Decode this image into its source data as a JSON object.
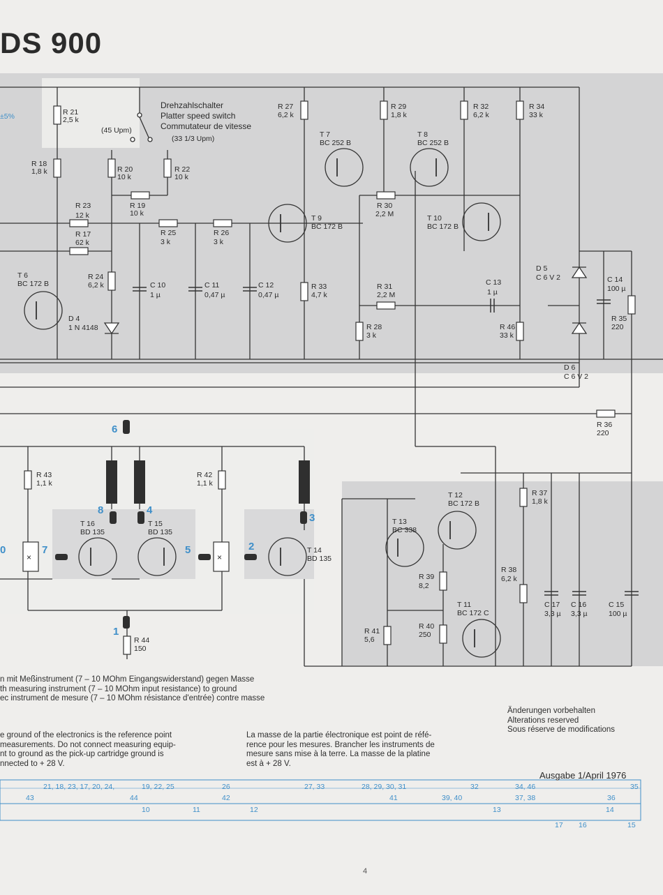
{
  "header": {
    "title": "DS 900"
  },
  "schematic": {
    "tolerance": "±5%",
    "switch": {
      "lines": [
        "Drehzahlschalter",
        "Platter speed switch",
        "Commutateur de vitesse"
      ],
      "pos45": "(45 Upm)",
      "pos33": "(33 1/3 Upm)"
    },
    "resistors": [
      {
        "name": "R 21",
        "value": "2,5 k"
      },
      {
        "name": "R 18",
        "value": "1,8 k"
      },
      {
        "name": "R 20",
        "value": "10 k"
      },
      {
        "name": "R 22",
        "value": "10 k"
      },
      {
        "name": "R 19",
        "value": "10 k"
      },
      {
        "name": "R 23",
        "value": "12 k"
      },
      {
        "name": "R 17",
        "value": "62 k"
      },
      {
        "name": "R 25",
        "value": "3 k"
      },
      {
        "name": "R 26",
        "value": "3 k"
      },
      {
        "name": "R 24",
        "value": "6,2 k"
      },
      {
        "name": "R 27",
        "value": "6,2 k"
      },
      {
        "name": "R 29",
        "value": "1,8 k"
      },
      {
        "name": "R 32",
        "value": "6,2 k"
      },
      {
        "name": "R 34",
        "value": "33 k"
      },
      {
        "name": "R 30",
        "value": "2,2 M"
      },
      {
        "name": "R 33",
        "value": "4,7 k"
      },
      {
        "name": "R 31",
        "value": "2,2 M"
      },
      {
        "name": "R 28",
        "value": "3 k"
      },
      {
        "name": "R 46",
        "value": "33 k"
      },
      {
        "name": "R 35",
        "value": "220"
      },
      {
        "name": "R 36",
        "value": "220"
      },
      {
        "name": "R 43",
        "value": "1,1 k"
      },
      {
        "name": "R 42",
        "value": "1,1 k"
      },
      {
        "name": "R 44",
        "value": "150"
      },
      {
        "name": "R 37",
        "value": "1,8 k"
      },
      {
        "name": "R 38",
        "value": "6,2 k"
      },
      {
        "name": "R 39",
        "value": "8,2"
      },
      {
        "name": "R 40",
        "value": "250"
      },
      {
        "name": "R 41",
        "value": "5,6"
      }
    ],
    "transistors": [
      {
        "name": "T 6",
        "type": "BC 172 B"
      },
      {
        "name": "T 7",
        "type": "BC 252 B"
      },
      {
        "name": "T 8",
        "type": "BC 252 B"
      },
      {
        "name": "T 9",
        "type": "BC 172 B"
      },
      {
        "name": "T 10",
        "type": "BC 172 B"
      },
      {
        "name": "T 16",
        "type": "BD 135"
      },
      {
        "name": "T 15",
        "type": "BD 135"
      },
      {
        "name": "T 14",
        "type": "BD 135"
      },
      {
        "name": "T 13",
        "type": "BC 338"
      },
      {
        "name": "T 12",
        "type": "BC 172 B"
      },
      {
        "name": "T 11",
        "type": "BC 172 C"
      }
    ],
    "capacitors": [
      {
        "name": "C 10",
        "value": "1 µ"
      },
      {
        "name": "C 11",
        "value": "0,47 µ"
      },
      {
        "name": "C 12",
        "value": "0,47 µ"
      },
      {
        "name": "C 13",
        "value": "1 µ"
      },
      {
        "name": "C 14",
        "value": "100 µ"
      },
      {
        "name": "C 17",
        "value": "3,3 µ"
      },
      {
        "name": "C 16",
        "value": "3,3 µ"
      },
      {
        "name": "C 15",
        "value": "100 µ"
      }
    ],
    "diodes": [
      {
        "name": "D 4",
        "type": "1 N 4148"
      },
      {
        "name": "D 5",
        "type": "C 6 V 2"
      },
      {
        "name": "D 6",
        "type": "C 6 V 2"
      }
    ],
    "pins": [
      "6",
      "8",
      "4",
      "3",
      "0",
      "7",
      "5",
      "2",
      "1"
    ]
  },
  "notes": {
    "measure": [
      "n mit Meßinstrument (7 – 10 MOhm Eingangswiderstand) gegen Masse",
      "th measuring instrument (7 – 10 MOhm input resistance) to ground",
      "ec instrument de mesure (7 – 10 MOhm résistance d'entrée) contre masse"
    ],
    "ground_en": [
      "e ground of the electronics is the reference point",
      " measurements. Do not connect measuring equip-",
      "nt to ground as the pick-up cartridge ground is",
      "nnected to + 28 V."
    ],
    "ground_fr": [
      "La masse de la partie électronique est point de réfé-",
      "rence pour les mesures. Brancher les instruments de",
      "mesure sans mise à la terre. La masse de la platine",
      "est à + 28 V."
    ],
    "alterations": [
      "Änderungen vorbehalten",
      "Alterations reserved",
      "Sous réserve de modifications"
    ],
    "edition": "Ausgabe 1/April 1976"
  },
  "bom": {
    "row1": [
      "21, 18, 23, 17, 20, 24,",
      "19, 22, 25",
      "26",
      "27, 33",
      "28, 29, 30, 31",
      "32",
      "34, 46",
      "35"
    ],
    "row2": [
      "43",
      "44",
      "42",
      "41",
      "39, 40",
      "37, 38",
      "36"
    ],
    "row3": [
      "10",
      "11",
      "12",
      "13",
      "14"
    ],
    "row4": [
      "17",
      "16",
      "15"
    ]
  },
  "footer": {
    "page": "4"
  }
}
